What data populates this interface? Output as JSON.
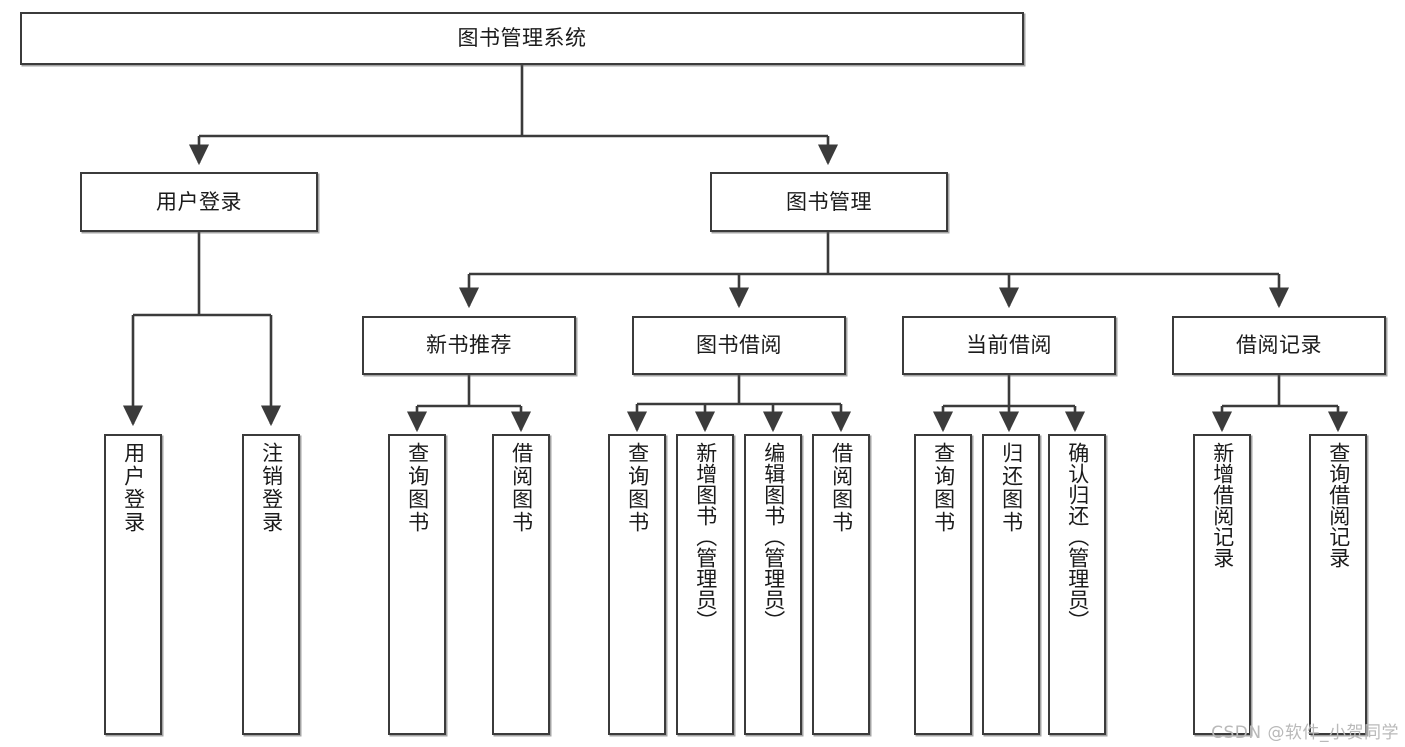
{
  "diagram": {
    "type": "tree",
    "title": "图书管理系统",
    "watermark": "CSDN @软件_小贺同学",
    "colors": {
      "stroke": "#3b3b3b",
      "fill": "#ffffff",
      "text": "#1b1b1b",
      "watermark": "#b9b9b9"
    },
    "nodes": {
      "root": {
        "label": "图书管理系统"
      },
      "level2": [
        {
          "id": "user-login",
          "label": "用户登录"
        },
        {
          "id": "book-manage",
          "label": "图书管理"
        }
      ],
      "level3": [
        {
          "id": "new-book-rec",
          "label": "新书推荐"
        },
        {
          "id": "book-borrow",
          "label": "图书借阅"
        },
        {
          "id": "current-borrow",
          "label": "当前借阅"
        },
        {
          "id": "borrow-record",
          "label": "借阅记录"
        }
      ],
      "leaves": [
        {
          "id": "leaf-user-login",
          "label": "用户登录"
        },
        {
          "id": "leaf-logout",
          "label": "注销登录"
        },
        {
          "id": "leaf-query-book-1",
          "label": "查询图书"
        },
        {
          "id": "leaf-borrow-book-1",
          "label": "借阅图书"
        },
        {
          "id": "leaf-query-book-2",
          "label": "查询图书"
        },
        {
          "id": "leaf-add-book",
          "label": "新增图书（管理员）"
        },
        {
          "id": "leaf-edit-book",
          "label": "编辑图书（管理员）"
        },
        {
          "id": "leaf-borrow-book-2",
          "label": "借阅图书"
        },
        {
          "id": "leaf-query-book-3",
          "label": "查询图书"
        },
        {
          "id": "leaf-return-book",
          "label": "归还图书"
        },
        {
          "id": "leaf-confirm-return",
          "label": "确认归还（管理员）"
        },
        {
          "id": "leaf-add-record",
          "label": "新增借阅记录"
        },
        {
          "id": "leaf-query-record",
          "label": "查询借阅记录"
        }
      ]
    }
  }
}
